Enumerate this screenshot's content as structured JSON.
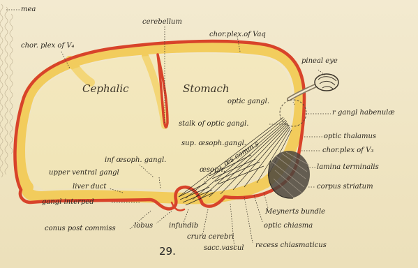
{
  "figure_number": "29.",
  "colors": {
    "paper": "#efe4c1",
    "wall_red": "#d8432a",
    "halo_yellow": "#f2c84a",
    "ink": "#2b2720",
    "margin_texture": "#b9ab8d"
  },
  "labels": {
    "mea": "mea",
    "cerebellum": "cerebellum",
    "chor_plex_vaq": "chor.plex.of Vaq",
    "chor_plex_v4": "chor. plex of V₄",
    "pineal_eye": "pineal eye",
    "cephalic": "Cephalic",
    "stomach": "Stomach",
    "optic_gangl": "optic gangl.",
    "r_gangl_habenulae": "r gangl habenulæ",
    "stalk_optic_gangl": "stalk of optic gangl.",
    "optic_thalamus": "optic thalamus",
    "sup_oesoph_gangl": "sup. œsoph.gangl.",
    "chor_plex_v3": "chor.plex of V₃",
    "oes_comm": "œs comm.s",
    "inf_oesoph_gangl": "inf œsoph. gangl.",
    "lamina_terminalis": "lamina terminalis",
    "oesoph": "œsoph.",
    "upper_ventral_gangl": "upper ventral gangl",
    "corpus_striatum": "corpus striatum",
    "liver_duct": "liver duct",
    "meynerts_bundle": "Meynerts bundle",
    "gangl_interped": "gangl interped",
    "optic_chiasma": "optic chiasma",
    "conus_post_commiss": "conus post commiss",
    "lobus": "lobus",
    "infundib": "infundib",
    "crura_cerebri": "crura cerebri",
    "recess_chiasmaticus": "recess chiasmaticus",
    "sacc_vascul": "sacc.vascul"
  }
}
